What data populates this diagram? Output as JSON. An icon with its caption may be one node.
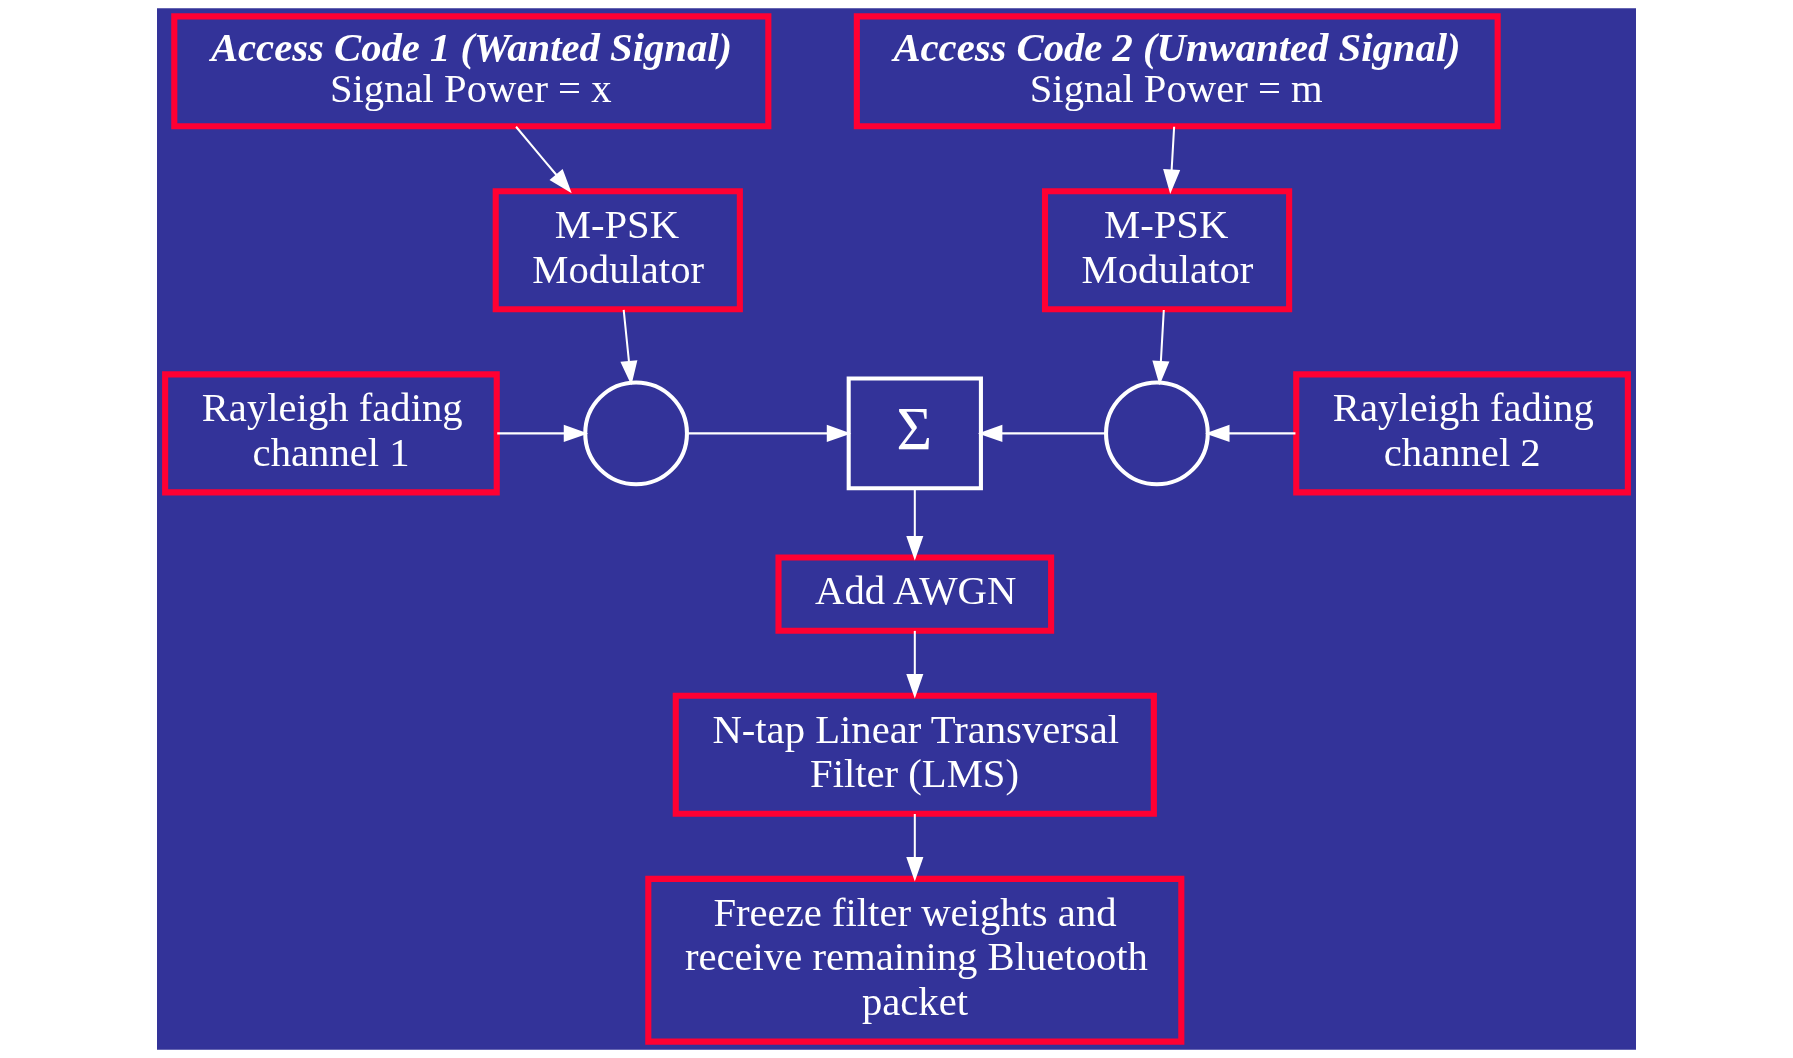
{
  "diagram": {
    "nodes": [
      {
        "text": [
          "Access Code 1 (Wanted Signal)",
          "Signal Power = x"
        ]
      },
      {
        "text": [
          "Access Code 2 (Unwanted Signal)",
          "Signal Power = m"
        ]
      },
      {
        "text": [
          "M-PSK Modulator"
        ]
      },
      {
        "text": [
          "M-PSK Modulator"
        ]
      },
      {
        "text": [
          "Rayleigh fading channel 1"
        ]
      },
      {
        "text": [],
        "shape": "circle"
      },
      {
        "text": [
          "Σ"
        ]
      },
      {
        "text": [],
        "shape": "circle"
      },
      {
        "text": [
          "Rayleigh fading channel 2"
        ]
      },
      {
        "text": [
          "Add AWGN"
        ]
      },
      {
        "text": [
          "N-tap Linear Transversal Filter (LMS)"
        ]
      },
      {
        "text": [
          "Freeze filter weights and receive remaining Bluetooth packet"
        ]
      }
    ],
    "edges": [
      {
        "from": 0,
        "to": 2,
        "arrow": "to"
      },
      {
        "from": 1,
        "to": 3,
        "arrow": "to"
      },
      {
        "from": 2,
        "to": 5,
        "arrow": "to"
      },
      {
        "from": 3,
        "to": 7,
        "arrow": "to"
      },
      {
        "from": 4,
        "to": 5,
        "arrow": "to"
      },
      {
        "from": 5,
        "to": 6,
        "arrow": "to"
      },
      {
        "from": 7,
        "to": 6,
        "arrow": "to"
      },
      {
        "from": 8,
        "to": 7,
        "arrow": "to"
      },
      {
        "from": 6,
        "to": 9,
        "arrow": "to"
      },
      {
        "from": 9,
        "to": 10,
        "arrow": "to"
      },
      {
        "from": 10,
        "to": 11,
        "arrow": "to"
      }
    ]
  }
}
